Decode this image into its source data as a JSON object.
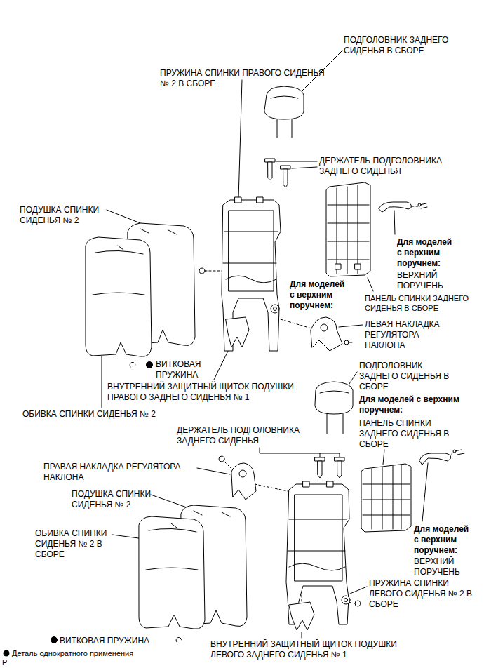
{
  "diagram": {
    "labels": [
      "ПОДГОЛОВНИК ЗАДНЕГО СИДЕНЬЯ В СБОРЕ",
      "ПРУЖИНА СПИНКИ ПРАВОГО СИДЕНЬЯ № 2 В СБОРЕ",
      "ДЕРЖАТЕЛЬ ПОДГОЛОВНИКА ЗАДНЕГО СИДЕНЬЯ",
      "ПОДУШКА СПИНКИ СИДЕНЬЯ № 2",
      "Для моделей с верхним поручнем:",
      "ВЕРХНИЙ ПОРУЧЕНЬ",
      "ПАНЕЛЬ СПИНКИ ЗАДНЕГО СИДЕНЬЯ В СБОРЕ",
      "Для моделей с верхним поручнем:",
      "ЛЕВАЯ НАКЛАДКА РЕГУЛЯТОРА НАКЛОНА",
      "ВИТКОВАЯ ПРУЖИНА",
      "ВНУТРЕННИЙ ЗАЩИТНЫЙ ЩИТОК ПОДУШКИ ПРАВОГО ЗАДНЕГО СИДЕНЬЯ № 1",
      "ОБИВКА СПИНКИ СИДЕНЬЯ № 2",
      "ПОДГОЛОВНИК ЗАДНЕГО СИДЕНЬЯ В СБОРЕ",
      "Для моделей с верхним поручнем:",
      "ПАНЕЛЬ СПИНКИ ЗАДНЕГО СИДЕНЬЯ В СБОРЕ",
      "ДЕРЖАТЕЛЬ ПОДГОЛОВНИКА ЗАДНЕГО СИДЕНЬЯ",
      "ПРАВАЯ НАКЛАДКА РЕГУЛЯТОРА НАКЛОНА",
      "ПОДУШКА СПИНКИ СИДЕНЬЯ № 2",
      "ОБИВКА СПИНКИ СИДЕНЬЯ № 2 В СБОРЕ",
      "Для моделей с верхним поручнем:",
      "ВЕРХНИЙ ПОРУЧЕНЬ",
      "ПРУЖИНА СПИНКИ ЛЕВОГО СИДЕНЬЯ № 2 В СБОРЕ",
      "ВИТКОВАЯ ПРУЖИНА",
      "ВНУТРЕННИЙ ЗАЩИТНЫЙ ЩИТОК ПОДУШКИ ЛЕВОГО ЗАДНЕГО СИДЕНЬЯ № 1",
      "P"
    ],
    "legend": [
      {
        "text": "Деталь однократного применения"
      }
    ]
  }
}
